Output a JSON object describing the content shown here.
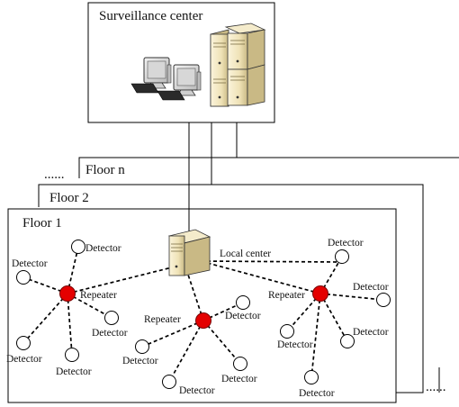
{
  "surveillance_center": {
    "label": "Surveillance center"
  },
  "floors": [
    {
      "label": "Floor n",
      "prefix": "......"
    },
    {
      "label": "Floor 2"
    },
    {
      "label": "Floor 1"
    }
  ],
  "trailing_dots": "......",
  "local_center": {
    "label": "Local center"
  },
  "repeaters": [
    {
      "label": "Repeater"
    },
    {
      "label": "Repeater"
    },
    {
      "label": "Repeater"
    }
  ],
  "detector_label": "Detector",
  "colors": {
    "repeater": "#e40000",
    "server": "#f1e6c0"
  }
}
